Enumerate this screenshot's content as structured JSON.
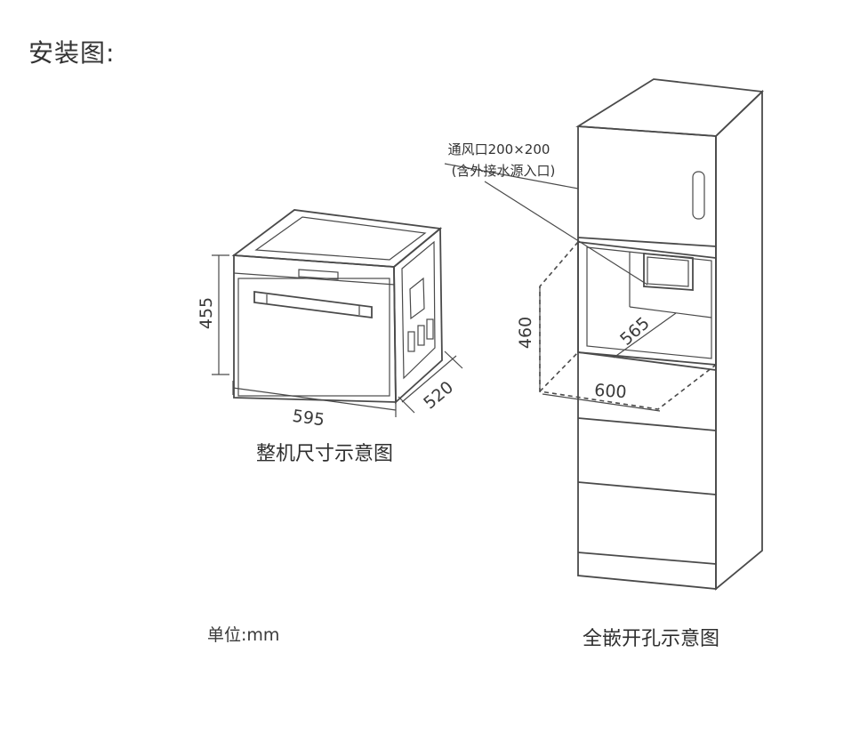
{
  "header": {
    "title": "安装图:"
  },
  "oven": {
    "caption": "整机尺寸示意图",
    "dim_height": "455",
    "dim_width": "595",
    "dim_depth": "520"
  },
  "cabinet": {
    "caption": "全嵌开孔示意图",
    "vent_line1": "通风口200×200",
    "vent_line2": "(含外接水源入口)",
    "dim_height": "460",
    "dim_depth": "565",
    "dim_width": "600"
  },
  "footer": {
    "unit": "单位:mm"
  }
}
